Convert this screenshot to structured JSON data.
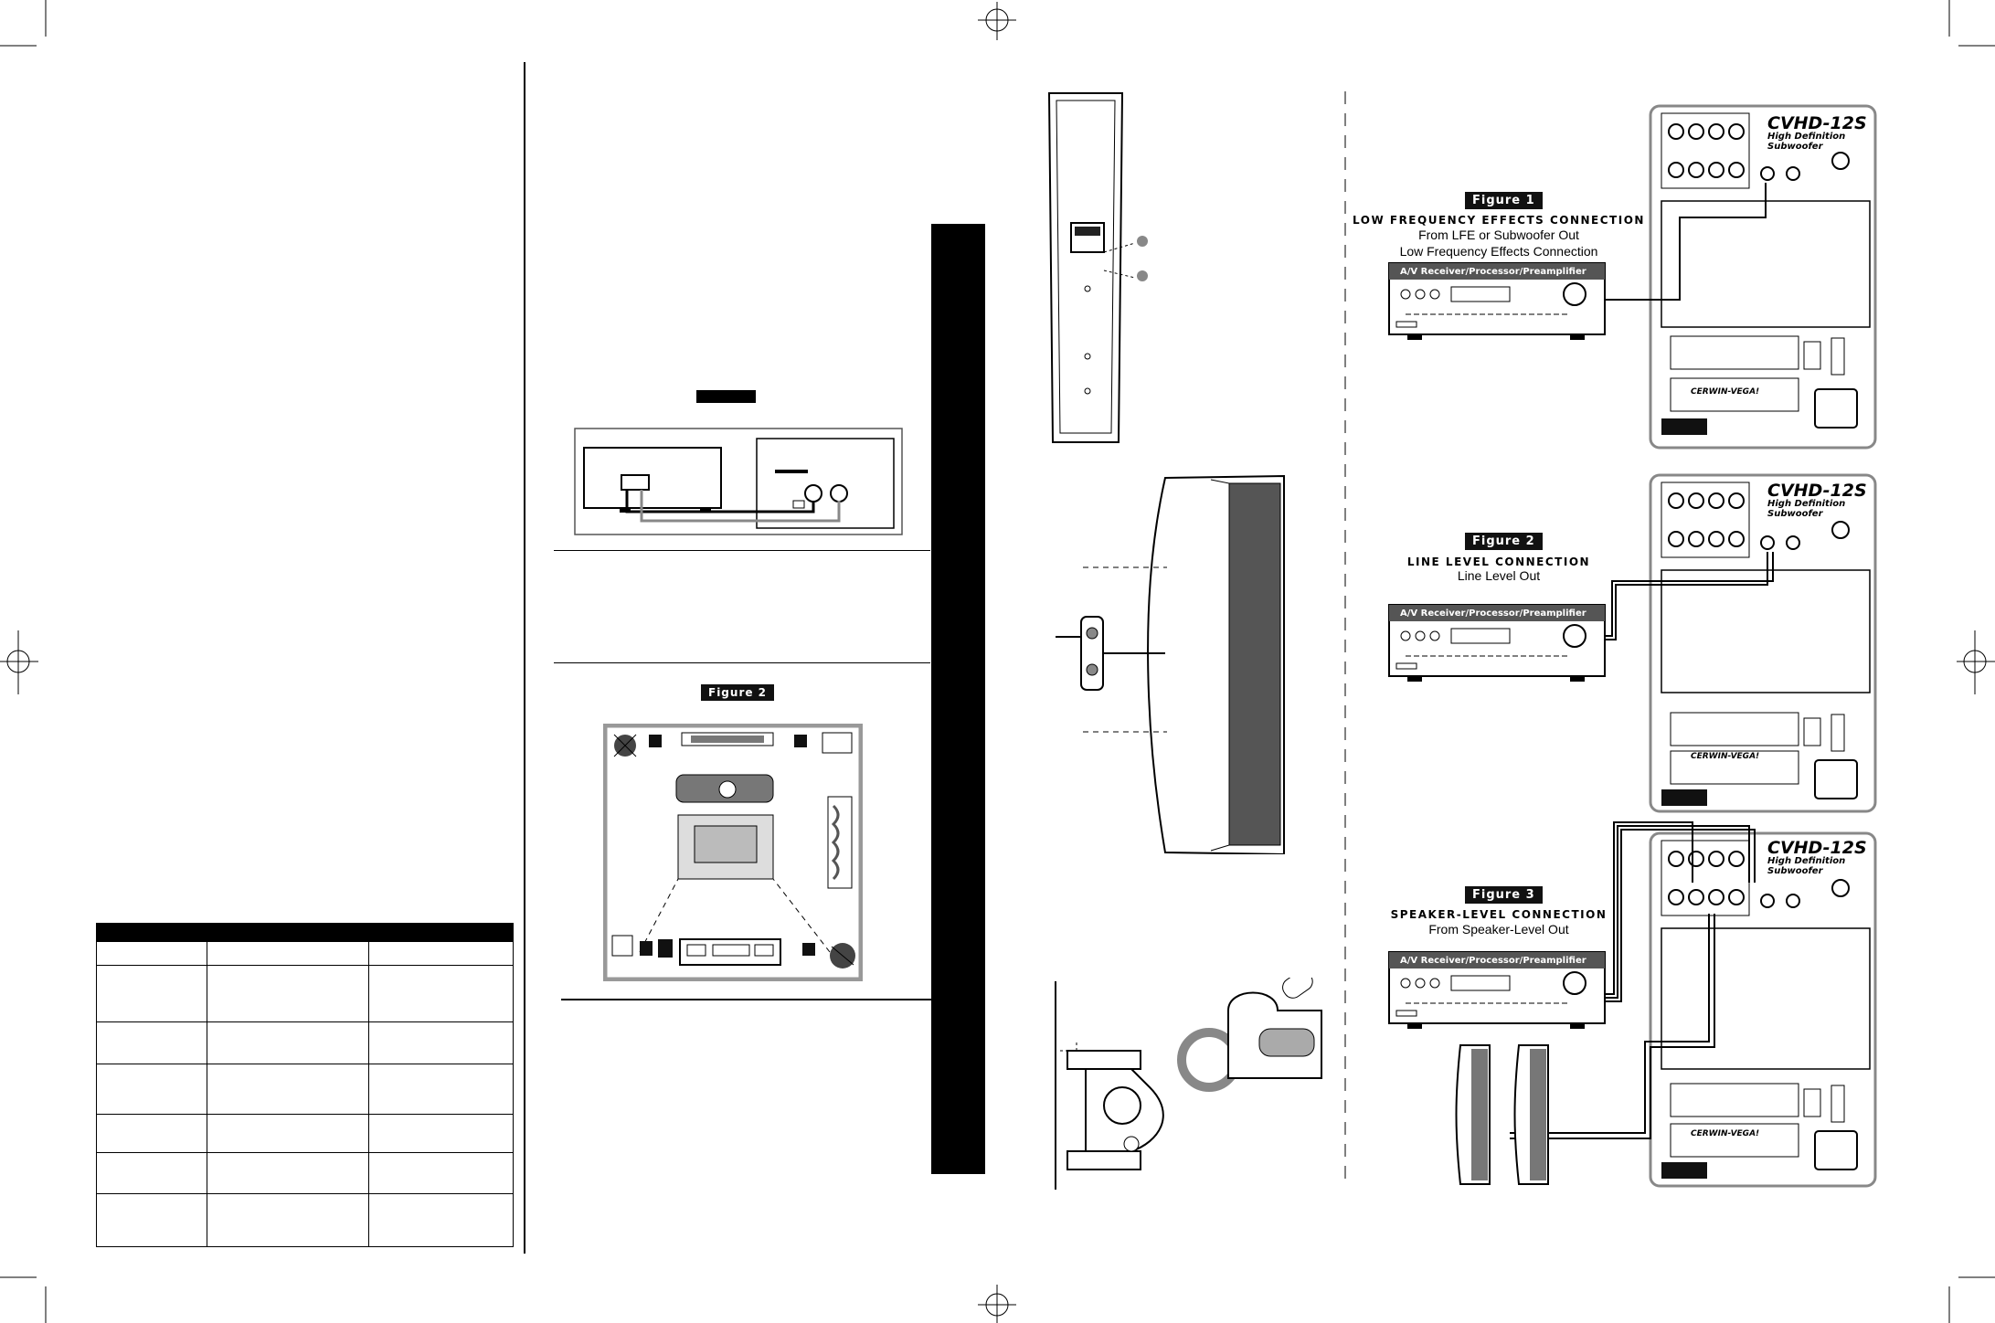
{
  "figures": {
    "center": {
      "badge": "Figure 2"
    },
    "fig1": {
      "badge": "Figure 1",
      "heading": "LOW FREQUENCY EFFECTS CONNECTION",
      "sub1": "From LFE or Subwoofer Out",
      "sub2": "Low Frequency Effects Connection"
    },
    "fig2": {
      "badge": "Figure 2",
      "heading": "LINE LEVEL CONNECTION",
      "sub1": "Line Level Out"
    },
    "fig3": {
      "badge": "Figure 3",
      "heading": "SPEAKER-LEVEL CONNECTION",
      "sub1": "From Speaker-Level Out"
    }
  },
  "receiver": {
    "label": "A/V Receiver/Processor/Preamplifier"
  },
  "subwoofer": {
    "model": "CVHD-12S",
    "line1": "High Definition",
    "line2": "Subwoofer",
    "brand": "CERWIN-VEGA!"
  },
  "spec_table": {
    "rows": 6,
    "cols": 3
  }
}
